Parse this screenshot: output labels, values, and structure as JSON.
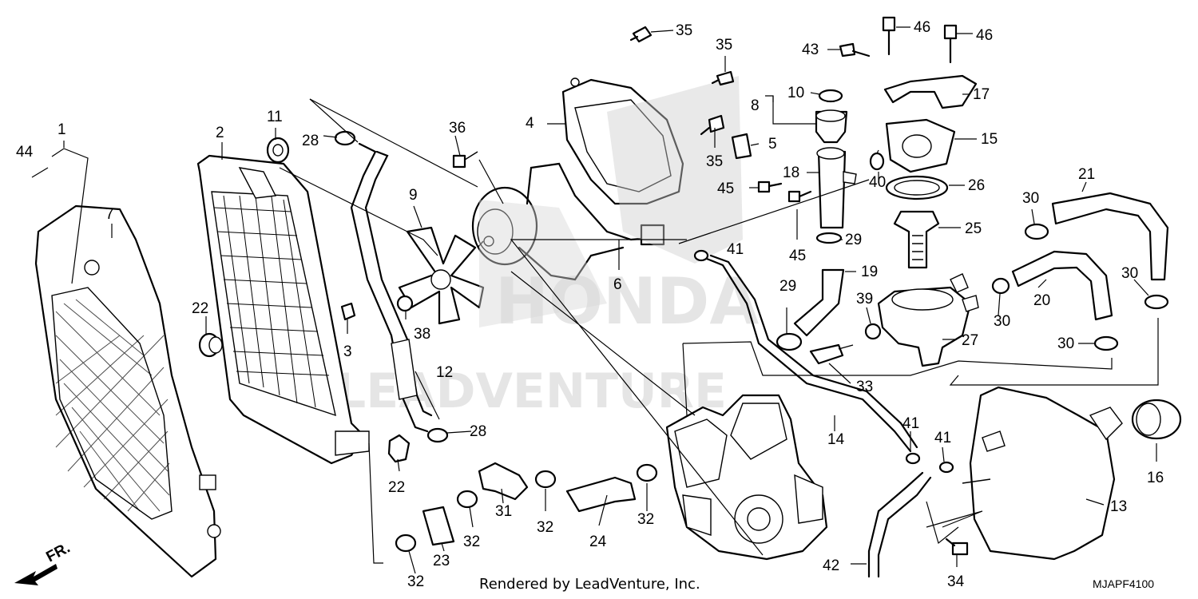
{
  "diagram": {
    "credit": "Rendered by LeadVenture, Inc.",
    "diagram_code": "MJAPF4100",
    "direction_label": "FR.",
    "watermark_top": "HONDA",
    "watermark_bottom": "LEADVENTURE"
  },
  "callouts": {
    "c1": "1",
    "c2": "2",
    "c3": "3",
    "c4": "4",
    "c5": "5",
    "c6": "6",
    "c7": "7",
    "c8": "8",
    "c9": "9",
    "c10": "10",
    "c11": "11",
    "c12": "12",
    "c13": "13",
    "c14": "14",
    "c15": "15",
    "c16": "16",
    "c17": "17",
    "c18": "18",
    "c19": "19",
    "c20": "20",
    "c21": "21",
    "c22a": "22",
    "c22b": "22",
    "c23": "23",
    "c24": "24",
    "c25": "25",
    "c26": "26",
    "c27": "27",
    "c28a": "28",
    "c28b": "28",
    "c29a": "29",
    "c29b": "29",
    "c30a": "30",
    "c30b": "30",
    "c30c": "30",
    "c30d": "30",
    "c31": "31",
    "c32a": "32",
    "c32b": "32",
    "c32c": "32",
    "c32d": "32",
    "c33": "33",
    "c34": "34",
    "c35a": "35",
    "c35b": "35",
    "c35c": "35",
    "c36": "36",
    "c38": "38",
    "c39": "39",
    "c40": "40",
    "c41a": "41",
    "c41b": "41",
    "c41c": "41",
    "c42": "42",
    "c43": "43",
    "c44": "44",
    "c45a": "45",
    "c45b": "45",
    "c46a": "46",
    "c46b": "46"
  }
}
